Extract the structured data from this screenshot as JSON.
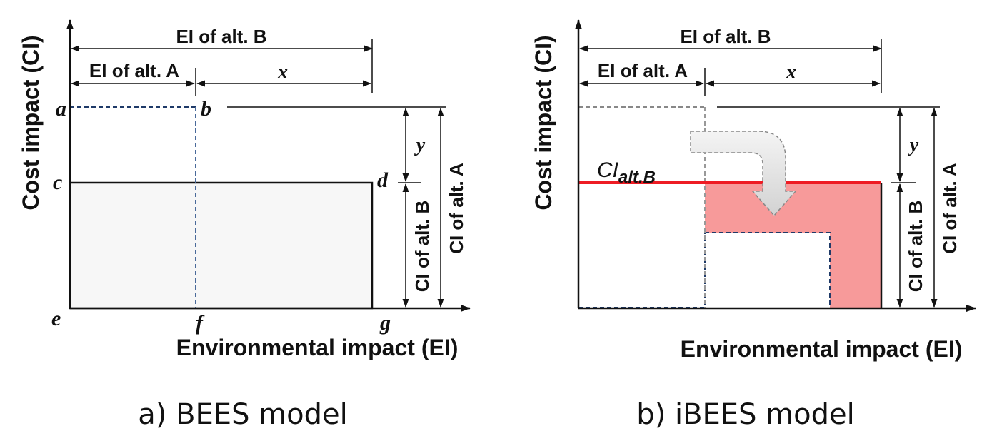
{
  "panel_a": {
    "caption": "a) BEES model",
    "y_axis_label": "Cost impact (CI)",
    "x_axis_label": "Environmental impact (EI)",
    "ei_alt_b": "EI of alt. B",
    "ei_alt_a": "EI of alt. A",
    "x_var": "x",
    "y_var": "y",
    "ci_alt_b": "CI of alt. B",
    "ci_alt_a": "CI of alt. A",
    "points": {
      "a": "a",
      "b": "b",
      "c": "c",
      "d": "d",
      "e": "e",
      "f": "f",
      "g": "g"
    }
  },
  "panel_b": {
    "caption": "b) iBEES model",
    "y_axis_label": "Cost impact (CI)",
    "x_axis_label": "Environmental impact (EI)",
    "ei_alt_b": "EI of alt. B",
    "ei_alt_a": "EI of alt. A",
    "x_var": "x",
    "y_var": "y",
    "ci_alt_b": "CI of alt. B",
    "ci_alt_a": "CI of alt. A",
    "ci_label_main": "CI",
    "ci_label_sub": "alt.B"
  },
  "colors": {
    "dash_blue": "#1f3a68",
    "highlight_red": "#ee1c24",
    "area_red": "#f79a9a",
    "area_gray": "#f7f7f7"
  }
}
